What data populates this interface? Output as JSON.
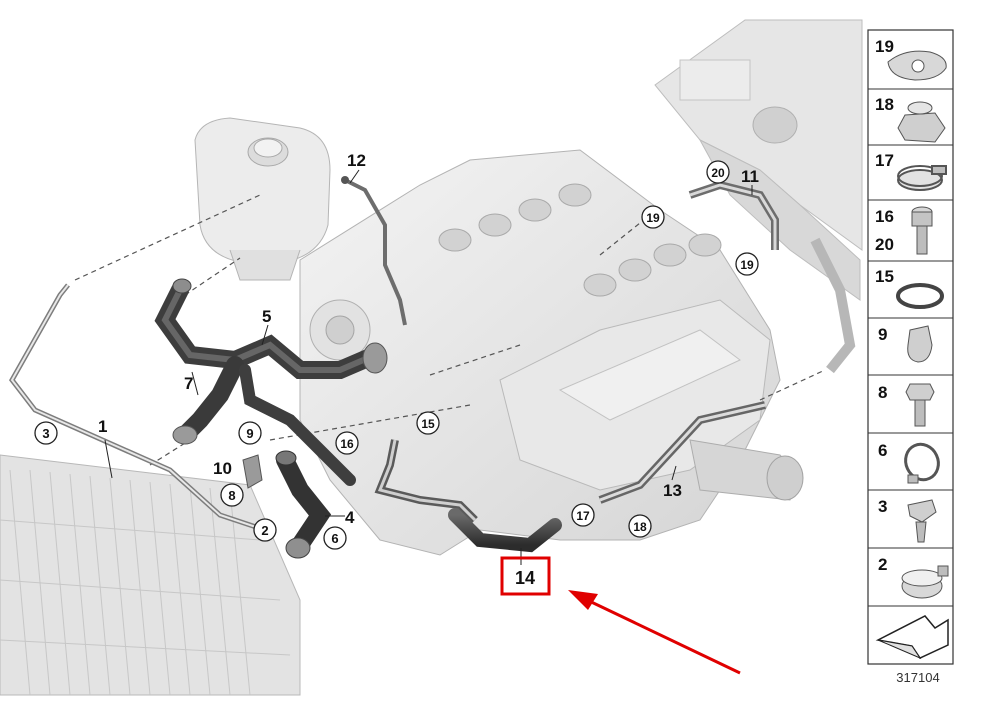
{
  "callouts": {
    "c1": "1",
    "c2": "2",
    "c3": "3",
    "c4": "4",
    "c5": "5",
    "c6": "6",
    "c7": "7",
    "c8": "8",
    "c9": "9",
    "c10": "10",
    "c11": "11",
    "c12": "12",
    "c13": "13",
    "c14": "14",
    "c15": "15",
    "c16": "16",
    "c17": "17",
    "c18": "18",
    "c19a": "19",
    "c19b": "19",
    "c20": "20"
  },
  "parts_panel": {
    "rows": [
      {
        "n1": "19"
      },
      {
        "n1": "18"
      },
      {
        "n1": "17"
      },
      {
        "n1": "16",
        "n2": "20"
      },
      {
        "n1": "15"
      },
      {
        "n1": "9"
      },
      {
        "n1": "8"
      },
      {
        "n1": "6"
      },
      {
        "n1": "3"
      },
      {
        "n1": "2"
      }
    ],
    "diagram_number": "317104"
  },
  "highlight": {
    "color": "#e00000",
    "target": "14"
  }
}
